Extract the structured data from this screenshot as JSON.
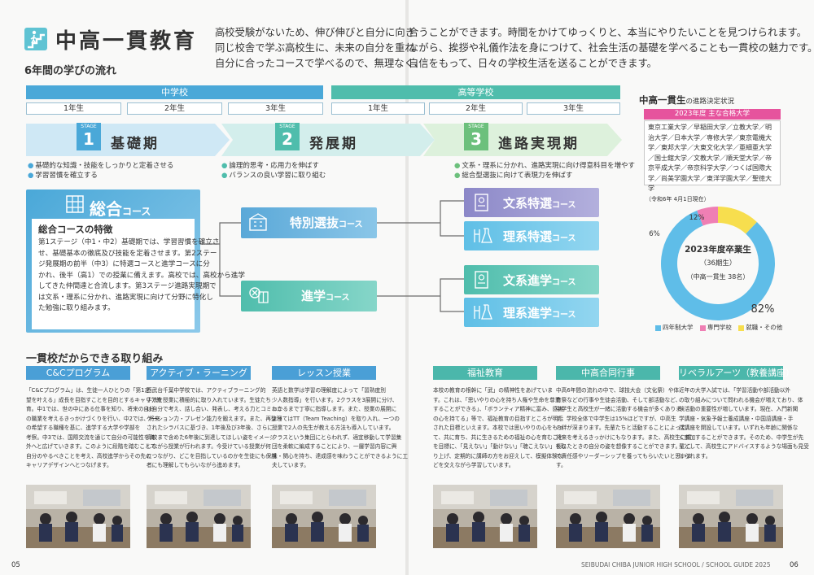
{
  "header": {
    "title": "中高一貫教育",
    "subtitle": "6年間の学びの流れ",
    "intro_left": [
      "高校受験がないため、伸び伸びと自分に向き",
      "同じ校舎で学ぶ高校生に、未来の自分を重ね",
      "自分に合ったコースで学べるので、無理なく、"
    ],
    "intro_right": [
      "合うことができます。時間をかけてゆっくりと、本当にやりたいことを見つけられます。",
      "ながら、挨拶や礼儀作法を身につけて、社会生活の基礎を学べることも一貫校の魅力です。",
      "自信をもって、日々の学校生活を送ることができます。"
    ]
  },
  "schools": {
    "junior": "中学校",
    "senior": "高等学校",
    "years": [
      "1年生",
      "2年生",
      "3年生",
      "1年生",
      "2年生",
      "3年生"
    ]
  },
  "stages": [
    {
      "tag": "STAGE",
      "num": "1",
      "label": "基礎期",
      "bullets": [
        "基礎的な知識・技能をしっかりと定着させる",
        "学習習慣を確立する"
      ]
    },
    {
      "tag": "STAGE",
      "num": "2",
      "label": "発展期",
      "bullets": [
        "論理的思考・応用力を伸ばす",
        "バランスの良い学習に取り組む"
      ]
    },
    {
      "tag": "STAGE",
      "num": "3",
      "label": "進路実現期",
      "bullets": [
        "文系・理系に分かれ、進路実現に向け得意科目を増やす",
        "総合型選抜に向けて表現力を伸ばす"
      ]
    }
  ],
  "courses": {
    "general": {
      "name": "総合",
      "suffix": "コース",
      "feature_head": "総合コースの特徴",
      "feature_lines": [
        "第1ステージ（中1・中2）基礎期では、学習習慣を確立さ",
        "せ、基礎基本の徹底及び技能を定着させます。第2ステー",
        "ジ発展期の前半（中3）に特選コースと進学コースに分",
        "かれ、後半（高1）での授業に備えます。高校では、高校から進学",
        "してきた仲間達と合流します。第3ステージ進路実現期で",
        "は文系・理系に分かれ、進路実現に向けて分野に特化し",
        "た勉強に取り組みます。"
      ]
    },
    "special": {
      "name": "特別選抜",
      "suffix": "コース"
    },
    "advance": {
      "name": "進学",
      "suffix": "コース"
    },
    "bun_tokusen": {
      "name": "文系特選",
      "suffix": "コース"
    },
    "ri_tokusen": {
      "name": "理系特選",
      "suffix": "コース"
    },
    "bun_shingaku": {
      "name": "文系進学",
      "suffix": "コース"
    },
    "ri_shingaku": {
      "name": "理系進学",
      "suffix": "コース"
    }
  },
  "status": {
    "title": "中高一貫生",
    "title_small": "の進路決定状況",
    "sub": "2023年度 主な合格大学",
    "universities": "東京工業大学／早稲田大学／立教大学／明治大学／日本大学／専修大学／東京電機大学／東邦大学／大東文化大学／亜細亜大学／国士舘大学／文教大学／順天堂大学／帝京平成大学／帝京科学大学／つくば国際大学／尚美学園大学／東洋学園大学／聖徳大学",
    "date": "（令和6年 4月1日現在）"
  },
  "chart_data": {
    "type": "pie",
    "title": "2023年度卒業生",
    "subtitle": "（36期生）",
    "note": "（中高一貫生 38名）",
    "categories": [
      "四年制大学",
      "専門学校",
      "就職・その他"
    ],
    "values": [
      82,
      6,
      12
    ],
    "labels": [
      "82%",
      "6%",
      "12%"
    ],
    "colors": [
      "#5fbde8",
      "#ef7fb4",
      "#f7de4e"
    ]
  },
  "programs": {
    "section_title": "一貫校だからできる取り組み",
    "items": [
      {
        "head": "C&Cプログラム",
        "color": "#4a9fd6",
        "lines": [
          "「C&Cプログラム」は、生徒一人ひとりの「第1志",
          "望を叶える」成長を目指すことを目的とするキャリア教",
          "育。中1では、世の中にある仕事を知り、将来の自分",
          "の職業を考えるきっかけづくりを行い、中2では、将来",
          "の希望する職種を基に、進学する大学や学部を",
          "考察。中3では、国際交流を通じて自分の可能性を海",
          "外へと広げていきます。このように段階を踏むことで、",
          "自分のやるべきことを考え、高校進学からその先の",
          "キャリアデザインへとつなげます。"
        ]
      },
      {
        "head": "アクティブ・ラーニング",
        "color": "#4a9fd6",
        "lines": [
          "西武台千葉中学校では、アクティブラーニング的",
          "手法を授業に積極的に取り入れています。生徒たち",
          "は自分で考え、話し合い、発表し、考える力とコミュニ",
          "ケーション力・プレゼン能力を鍛えます。また、再整理",
          "されたシラバスに基づき、1年後及び3年後、さらに",
          "高校まで含めた6年後に到達してほしい姿をイメージ",
          "しながら授業が行われます。今受けている授業が何",
          "につながり、どこを目指しているのかを生徒にも保護",
          "者にも理解してもらいながら進めます。"
        ]
      },
      {
        "head": "レッスン授業",
        "color": "#4a9fd6",
        "lines": [
          "英語と数学は学習の理解度によって「習熟度別",
          "少人数指導」を行います。2クラスを3展開に分け、",
          "わかるまで丁寧に指導します。また、授業の展開に",
          "よってはTT（Team Teaching）を取り入れ、一つの",
          "授業で2人の先生が教える方法も導入しています。",
          "クラスという集団にとらわれず、適宜移動して学習集",
          "団を柔軟に編成することにより、一層学習内容に興",
          "味・関心を持ち、達成感を味わうことができるように工",
          "夫しています。"
        ]
      },
      {
        "head": "福祉教育",
        "color": "#4bb7ab",
        "lines": [
          "本校の教育の根幹に「武」の精神性をあげていま",
          "す。これは、「思いやりの心を持ち人権や生命を尊重",
          "することができる」、「ボランティア精神に富み、感謝",
          "の心を持てる」等で、福祉教育の目指すところが明示",
          "された目標といえます。本校では思いやりの心をもっ",
          "て、共に育ち、共に生きるための福祉の心を育むこと",
          "を目標に、「見えない」「動けない」「聴こえない」を取",
          "り上げ、定期的に講師の方をお迎えして、模擬体験な",
          "どを交えながら学習しています。"
        ]
      },
      {
        "head": "中高合同行事",
        "color": "#4bb7ab",
        "lines": [
          "中高6年間の流れの中で、球技大会（文化祭）や体",
          "育祭などの行事や生徒会活動、そして部活動など、",
          "中学生と高校生が一緒に活動する機会が多くありま",
          "す。学校全体で中学生は15%ほどですが、中高生",
          "の絆が深まります。先輩たちと活動することによって、",
          "将来を考えるきっかけにもなります。また、高校生に成",
          "長したときの自分の姿を想像することができます。ここ",
          "で責任感やリーダーシップを養ってもらいたいと思いま",
          "す。"
        ]
      },
      {
        "head": "リベラルアーツ（教養講座）",
        "color": "#4bb7ab",
        "lines": [
          "近年の大学入試では、「学習活動や部活動以外",
          "の取り組みについて問われる機会が増えており、体",
          "験活動の重要性が増しています。現在、入門新聞",
          "学講座・気象予報士養成講座・中国語講座・手",
          "話講座を開設しています。いずれも年齢に関係な",
          "く参加することができます。そのため、中学生が先",
          "輩として、高校生にアドバイスするような場面も見受",
          "けられます。"
        ]
      }
    ]
  },
  "footer": {
    "left_page": "05",
    "right_text": "SEIBUDAI CHIBA JUNIOR HIGH SCHOOL / SCHOOL GUIDE 2025",
    "right_page": "06"
  }
}
